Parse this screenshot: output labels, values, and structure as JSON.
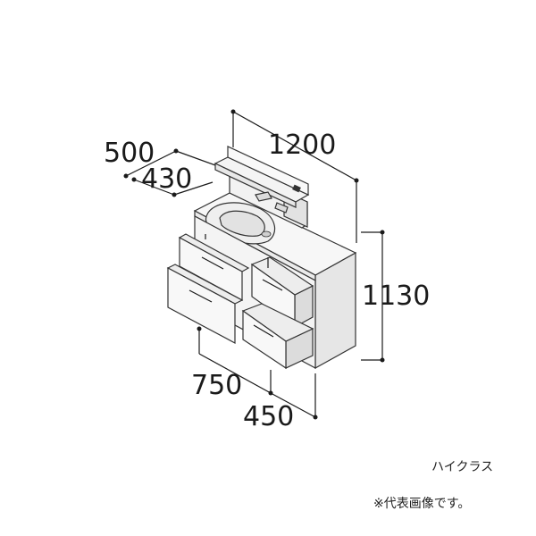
{
  "dimensions": {
    "width_total": "1200",
    "depth_outer": "500",
    "depth_inner": "430",
    "height_total": "1130",
    "left_unit_width": "750",
    "right_unit_width": "450"
  },
  "captions": {
    "series": "ハイクラス",
    "note": "※代表画像です。"
  },
  "colors": {
    "line": "#1a1a1a",
    "cabinet_front": "#f4f4f4",
    "cabinet_side": "#e6e6e6",
    "countertop": "#f7f7f7",
    "background": "#ffffff"
  }
}
